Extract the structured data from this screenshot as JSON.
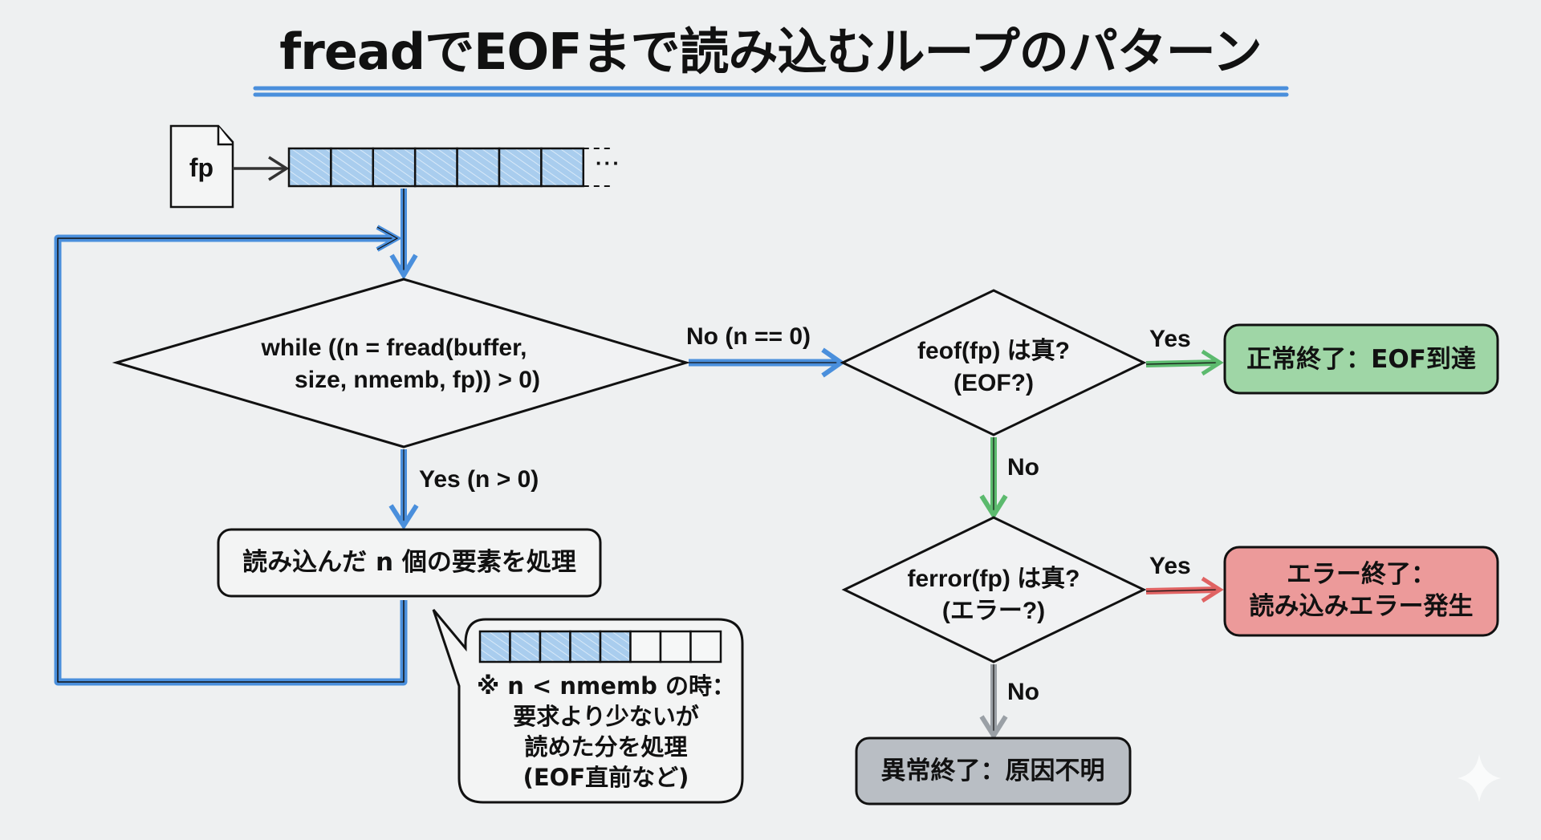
{
  "title": "freadでEOFまで読み込むループのパターン",
  "file_icon": {
    "label": "fp",
    "icon": "file-icon"
  },
  "buffer": {
    "cells": 7,
    "filled": 7,
    "ellipsis": "···"
  },
  "loop_condition": {
    "line1": "while ((n = fread(buffer,",
    "line2": "size, nmemb, fp)) > 0)"
  },
  "edges": {
    "yes_n_gt_0": "Yes (n > 0)",
    "no_n_eq_0": "No (n == 0)",
    "feof_yes": "Yes",
    "feof_no": "No",
    "ferror_yes": "Yes",
    "ferror_no": "No"
  },
  "process_box": {
    "label": "読み込んだ n 個の要素を処理"
  },
  "note_bubble": {
    "buffer_cells": 8,
    "buffer_filled": 5,
    "line1": "※ n < nmemb の時：",
    "line2": "要求より少ないが",
    "line3": "読めた分を処理",
    "line4": "(EOF直前など)"
  },
  "feof_decision": {
    "line1": "feof(fp) は真?",
    "line2": "(EOF?)"
  },
  "ferror_decision": {
    "line1": "ferror(fp) は真?",
    "line2": "(エラー?)"
  },
  "end_normal": {
    "label": "正常終了：EOF到達",
    "color": "#9fd6a6"
  },
  "end_error": {
    "line1": "エラー終了：",
    "line2": "読み込みエラー発生",
    "color": "#ec9a9a"
  },
  "end_unknown": {
    "label": "異常終了：原因不明",
    "color": "#b9bec4"
  },
  "colors": {
    "loop_blue": "#4a8fdc",
    "green": "#5cba6e",
    "red": "#e06363",
    "gray": "#9aa0a6",
    "title_underline": "#4a8fdc",
    "buffer_fill": "#a9cdee"
  },
  "watermark_icon": "sparkle-icon"
}
